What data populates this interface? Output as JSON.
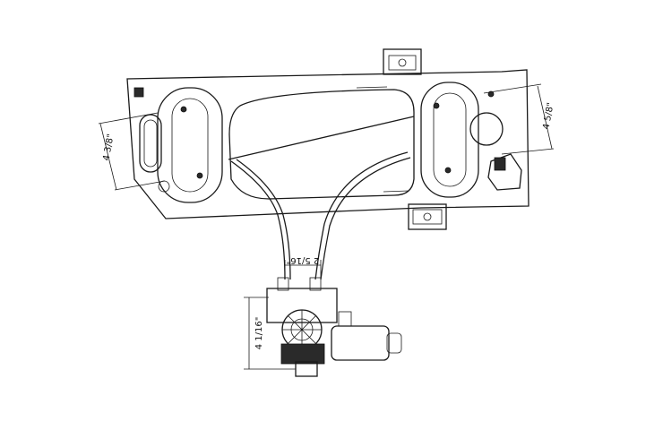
{
  "dimensions": {
    "left_bracket": "4 3/8\"",
    "right_bracket": "4 5/8\"",
    "cable_spacing": "2 5/16\"",
    "motor_height": "4 1/16\""
  },
  "colors": {
    "line": "#1a1a1a",
    "background": "#ffffff"
  }
}
